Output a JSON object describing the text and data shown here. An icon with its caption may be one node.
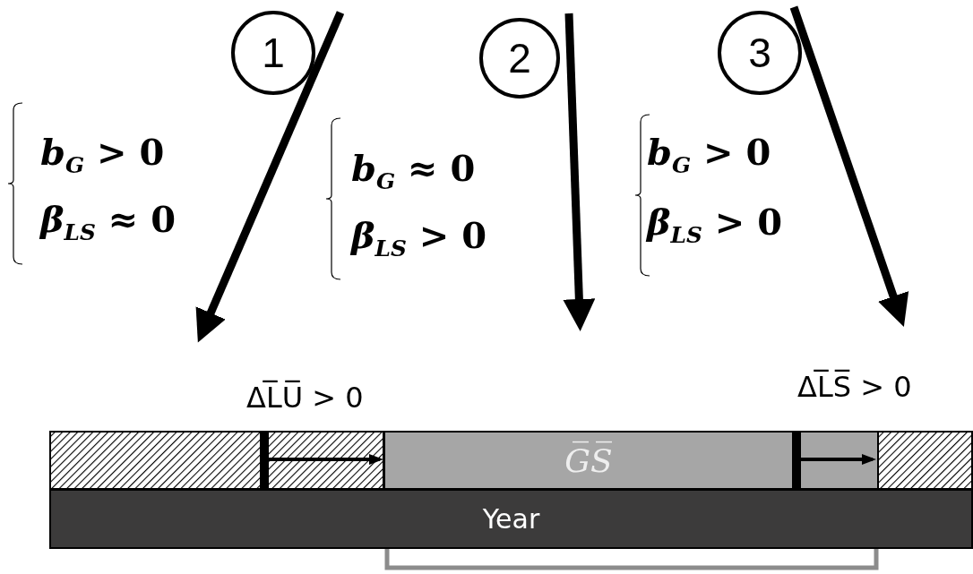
{
  "diagram": {
    "nodes": [
      {
        "text": [
          "1"
        ]
      },
      {
        "text": [
          "2"
        ]
      },
      {
        "text": [
          "3"
        ]
      },
      {
        "text": [
          "G̅S̅"
        ]
      },
      {
        "text": [
          "Year"
        ]
      }
    ],
    "labels": [
      "*b*$_{G}$ > 0",
      "*β*$_{LS}$ ≈  0",
      "*b*$_{G}$ ≈ 0",
      "*β*$_{LS}$ >  0",
      "*b*$_{G}$ > 0",
      "*β*$_{LS}$ >  0",
      "ΔL̅U̅ > 0",
      "ΔL̅S̅  > 0"
    ]
  }
}
